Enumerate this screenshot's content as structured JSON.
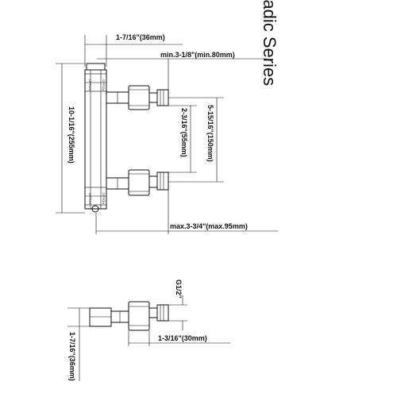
{
  "title": "Quadic Series",
  "dimensions": {
    "top_width": "1-7/16\"(36mm)",
    "min_length": "min.3-1/8\"(min.80mm)",
    "overall_height": "10-1/16\"(255mm)",
    "port_offset": "2-3/16\"(55mm)",
    "center_distance": "5-15/16\"(150mm)",
    "max_length": "max.3-3/4\"(max.95mm)",
    "thread": "G1/2\"",
    "side_width": "1-3/16\"(30mm)",
    "side_height": "1-7/16\"(36mm)"
  },
  "gauge_marks": {
    "top": [
      "OFF",
      "ON",
      "OFF",
      "ON"
    ],
    "bottom": [
      "OFF",
      "ON",
      "OFF",
      "ON"
    ]
  },
  "colors": {
    "line": "#111111",
    "background": "#ffffff"
  }
}
